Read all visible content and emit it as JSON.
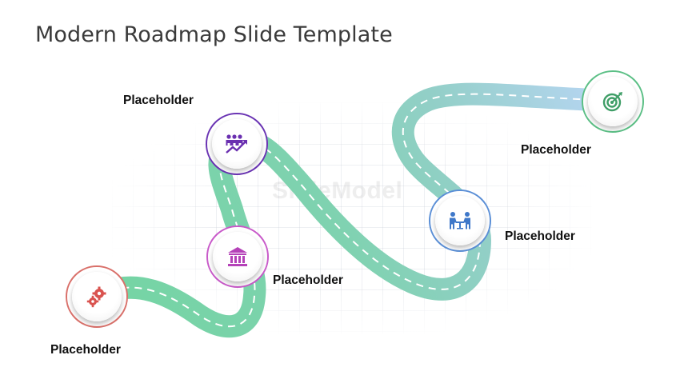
{
  "title": "Modern Roadmap Slide Template",
  "watermark": "SlideModel",
  "milestones": [
    {
      "label": "Placeholder",
      "icon": "gears-icon",
      "color": "#d9706a",
      "icon_color": "#d9534f"
    },
    {
      "label": "Placeholder",
      "icon": "bank-icon",
      "color": "#c85ac9",
      "icon_color": "#b542b8"
    },
    {
      "label": "Placeholder",
      "icon": "team-growth-icon",
      "color": "#6a34b3",
      "icon_color": "#6a2fb0"
    },
    {
      "label": "Placeholder",
      "icon": "meeting-icon",
      "color": "#5b8fd6",
      "icon_color": "#3f78c9"
    },
    {
      "label": "Placeholder",
      "icon": "target-icon",
      "color": "#5bbf85",
      "icon_color": "#3f9e67"
    }
  ],
  "road_colors": {
    "start": "#74d4a3",
    "middle": "#93cfc8",
    "end": "#b9d6f5",
    "dash": "#ffffff"
  }
}
